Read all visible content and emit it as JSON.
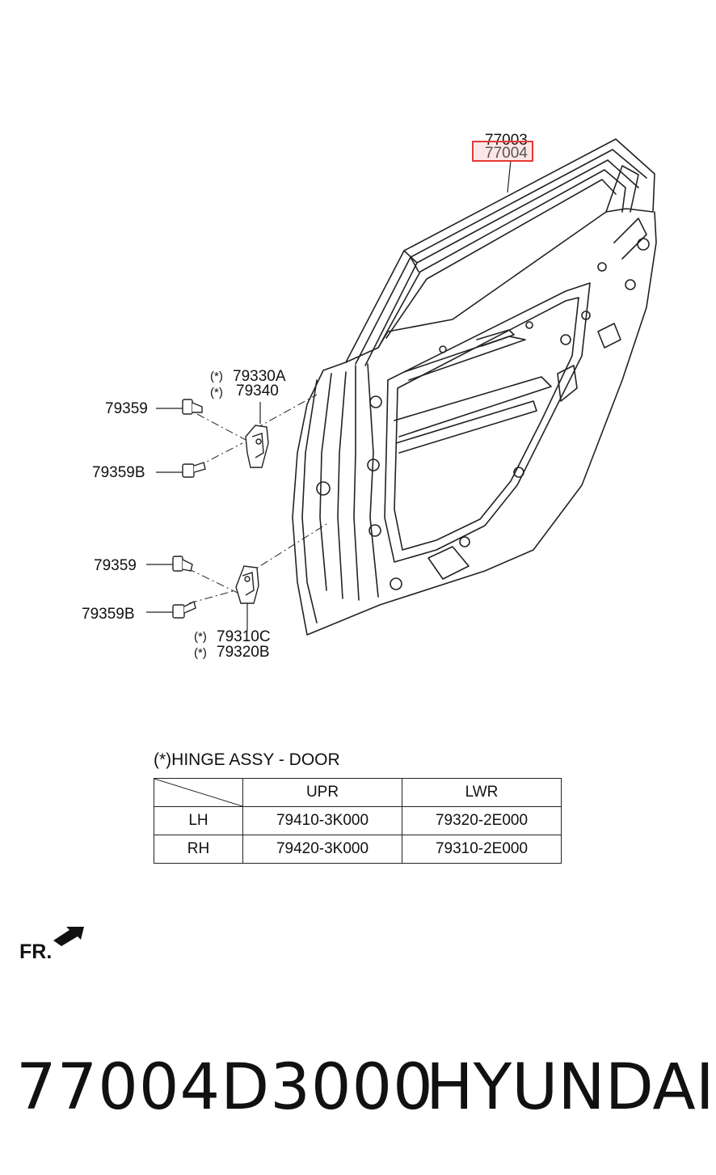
{
  "callouts": {
    "door_frame_1": "77003",
    "door_frame_2": "77004",
    "upper_hinge_1": "79330A",
    "upper_hinge_2": "79340",
    "upper_bolt_1": "79359",
    "upper_bolt_2": "79359B",
    "lower_bolt_1": "79359",
    "lower_bolt_2": "79359B",
    "lower_hinge_1": "79310C",
    "lower_hinge_2": "79320B",
    "asterisk_mark": "(*)"
  },
  "highlight_color": "#e53935",
  "table": {
    "title": "(*)HINGE ASSY - DOOR",
    "headers": [
      "",
      "UPR",
      "LWR"
    ],
    "rows": [
      [
        "LH",
        "79410-3K000",
        "79320-2E000"
      ],
      [
        "RH",
        "79420-3K000",
        "79310-2E000"
      ]
    ]
  },
  "direction_label": "FR.",
  "direction_icon": "front-arrow-icon",
  "footer": {
    "part_number": "77004D3000",
    "brand": "HYUNDAI"
  }
}
